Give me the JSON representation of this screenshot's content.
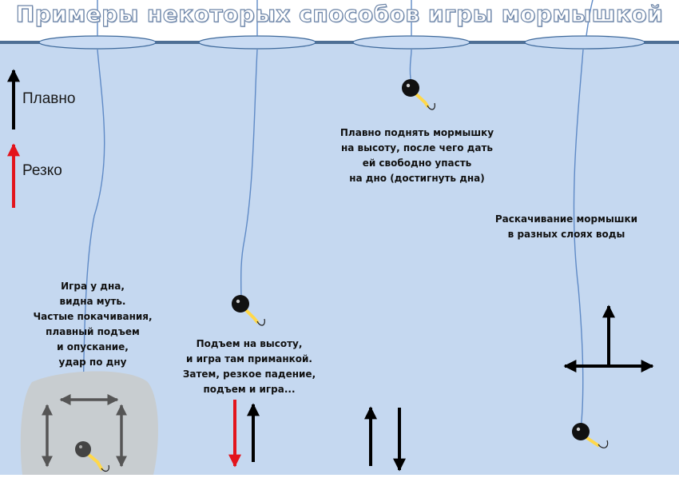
{
  "title": "Примеры некоторых способов игры мормышкой",
  "legend": {
    "smooth_label": "Плавно",
    "sharp_label": "Резко",
    "colors": {
      "smooth": "#000000",
      "sharp": "#e3141c"
    }
  },
  "methods": [
    {
      "caption": "Игра у дна,\nвидна муть.\nЧастые покачивания,\nплавный подъем\nи опускание,\nудар по дну"
    },
    {
      "caption": "Подъем на высоту,\nи игра там приманкой.\nЗатем, резкое падение,\nподъем и игра..."
    },
    {
      "caption": "Плавно поднять мормышку\nна высоту, после чего дать\nей свободно упасть\nна дно (достигнуть дна)"
    },
    {
      "caption": "Раскачивание мормышки\nв разных слоях воды"
    }
  ],
  "colors": {
    "water": "#c5d8f0",
    "ice_line": "#4e6f95",
    "hole": "#c9dbf3",
    "line": "#5f8ac6",
    "murk": "#c8cdd0",
    "bottom_arrows": "#555555"
  }
}
